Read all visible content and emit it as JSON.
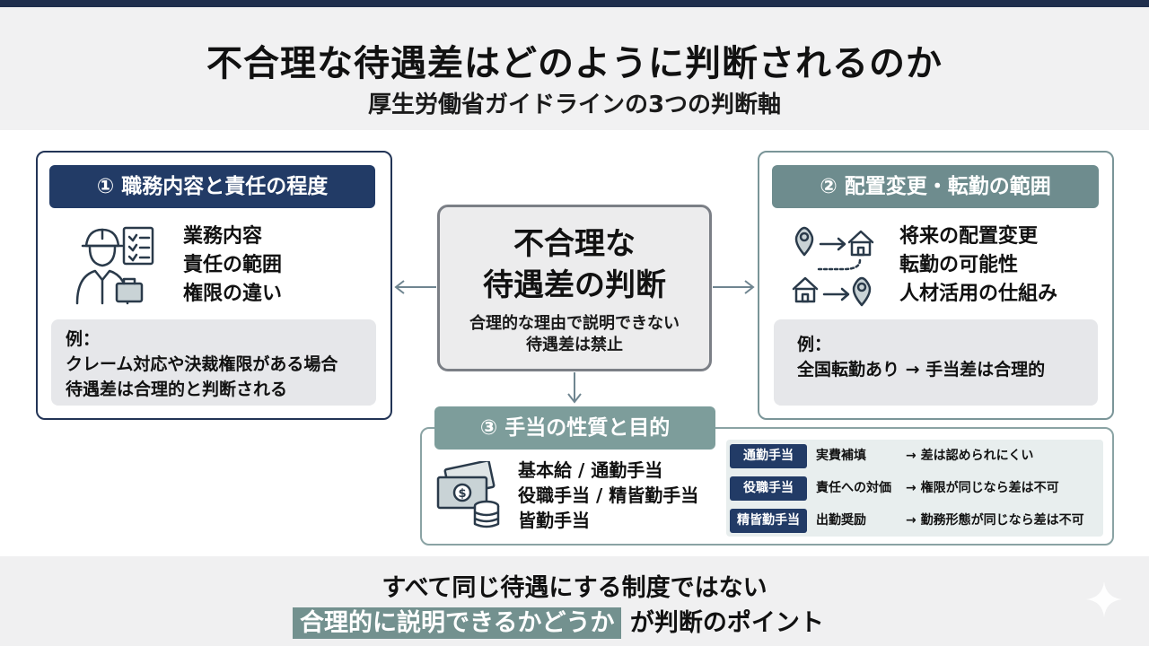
{
  "title": "不合理な待遇差はどのように判断されるのか",
  "subtitle": "厚生労働省ガイドラインの3つの判断軸",
  "center": {
    "title_line1": "不合理な",
    "title_line2": "待遇差の判断",
    "sub_line1": "合理的な理由で説明できない",
    "sub_line2": "待遇差は禁止"
  },
  "axis1": {
    "label": "① 職務内容と責任の程度",
    "items": [
      "業務内容",
      "責任の範囲",
      "権限の違い"
    ],
    "example_label": "例：",
    "example_lines": [
      "クレーム対応や決裁権限がある場合",
      "待遇差は合理的と判断される"
    ]
  },
  "axis2": {
    "label": "② 配置変更・転勤の範囲",
    "items": [
      "将来の配置変更",
      "転勤の可能性",
      "人材活用の仕組み"
    ],
    "example_label": "例：",
    "example_text": "全国転勤あり → 手当差は合理的"
  },
  "axis3": {
    "label": "③ 手当の性質と目的",
    "items": [
      "基本給 / 通勤手当",
      "役職手当 / 精皆勤手当",
      "皆勤手当"
    ],
    "rows": [
      {
        "tag": "通勤手当",
        "purpose": "実費補填",
        "rule": "→ 差は認められにくい"
      },
      {
        "tag": "役職手当",
        "purpose": "責任への対価",
        "rule": "→ 権限が同じなら差は不可"
      },
      {
        "tag": "精皆勤手当",
        "purpose": "出勤奨励",
        "rule": "→ 勤務形態が同じなら差は不可"
      }
    ]
  },
  "footer": {
    "line1": "すべて同じ待遇にする制度ではない",
    "highlight": "合理的に説明できるかどうか",
    "line2_rest": "が判断のポイント"
  },
  "colors": {
    "navy": "#223b66",
    "teal": "#6e8c8e",
    "teal_light": "#7d9d9b",
    "highlight": "#73918f"
  }
}
